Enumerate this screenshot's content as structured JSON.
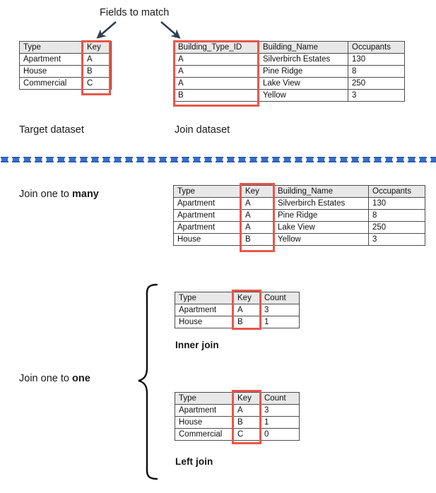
{
  "annotations": {
    "fields_to_match": "Fields to match",
    "target_dataset": "Target dataset",
    "join_dataset": "Join dataset",
    "join_one_to_many_prefix": "Join one to ",
    "join_one_to_many_emphasis": "many",
    "join_one_to_one_prefix": "Join one to ",
    "join_one_to_one_emphasis": "one",
    "inner_join": "Inner join",
    "left_join": "Left join"
  },
  "colors": {
    "highlight": "#e8574a",
    "header_fill": "#e8e8e8",
    "grid_line": "#4d4d4d",
    "arrow": "#333f50",
    "divider_blue": "#2e5fb5",
    "text": "#1a1a1a"
  },
  "tables": {
    "target": {
      "headers": [
        "Type",
        "Key"
      ],
      "rows": [
        [
          "Apartment",
          "A"
        ],
        [
          "House",
          "B"
        ],
        [
          "Commercial",
          "C"
        ]
      ]
    },
    "join": {
      "headers": [
        "Building_Type_ID",
        "Building_Name",
        "Occupants"
      ],
      "rows": [
        [
          "A",
          "Silverbirch Estates",
          "130"
        ],
        [
          "A",
          "Pine Ridge",
          "8"
        ],
        [
          "A",
          "Lake View",
          "250"
        ],
        [
          "B",
          "Yellow",
          "3"
        ]
      ]
    },
    "one_to_many": {
      "headers": [
        "Type",
        "Key",
        "Building_Name",
        "Occupants"
      ],
      "rows": [
        [
          "Apartment",
          "A",
          "Silverbirch Estates",
          "130"
        ],
        [
          "Apartment",
          "A",
          "Pine Ridge",
          "8"
        ],
        [
          "Apartment",
          "A",
          "Lake View",
          "250"
        ],
        [
          "House",
          "B",
          "Yellow",
          "3"
        ]
      ]
    },
    "inner_join": {
      "headers": [
        "Type",
        "Key",
        "Count"
      ],
      "rows": [
        [
          "Apartment",
          "A",
          "3"
        ],
        [
          "House",
          "B",
          "1"
        ]
      ]
    },
    "left_join": {
      "headers": [
        "Type",
        "Key",
        "Count"
      ],
      "rows": [
        [
          "Apartment",
          "A",
          "3"
        ],
        [
          "House",
          "B",
          "1"
        ],
        [
          "Commercial",
          "C",
          "0"
        ]
      ]
    }
  }
}
